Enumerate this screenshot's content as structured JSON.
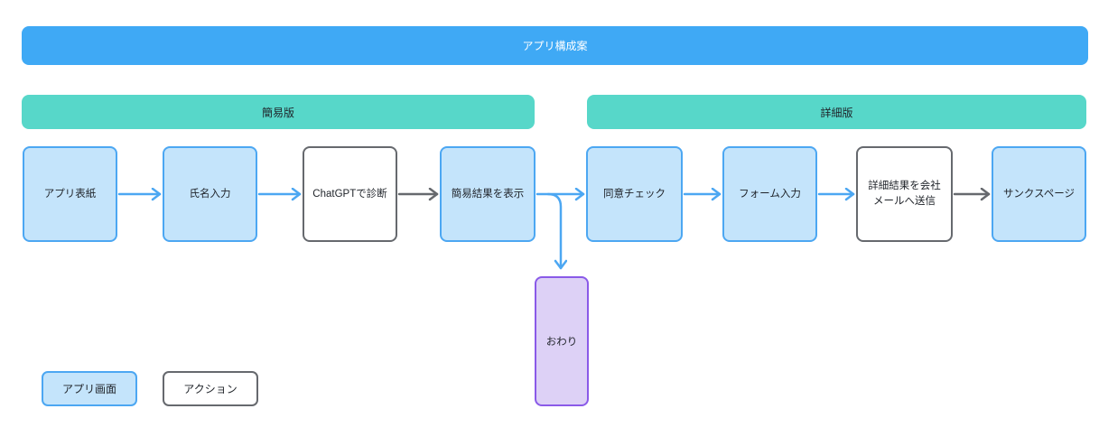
{
  "title_banner": {
    "label": "アプリ構成案"
  },
  "sections": [
    {
      "id": "simple",
      "label": "簡易版"
    },
    {
      "id": "detailed",
      "label": "詳細版"
    }
  ],
  "flow_nodes": [
    {
      "label": "アプリ表紙",
      "type": "screen",
      "section": "簡易版"
    },
    {
      "label": "氏名入力",
      "type": "screen",
      "section": "簡易版"
    },
    {
      "label": "ChatGPTで診断",
      "type": "action",
      "section": "簡易版"
    },
    {
      "label": "簡易結果を表示",
      "type": "screen",
      "section": "簡易版"
    },
    {
      "label": "同意チェック",
      "type": "screen",
      "section": "詳細版"
    },
    {
      "label": "フォーム入力",
      "type": "screen",
      "section": "詳細版"
    },
    {
      "label": "詳細結果を会社メールへ送信",
      "type": "action",
      "section": "詳細版"
    },
    {
      "label": "サンクスページ",
      "type": "screen",
      "section": "詳細版"
    }
  ],
  "end_node": {
    "label": "おわり",
    "type": "end"
  },
  "legend": [
    {
      "label": "アプリ画面",
      "type": "screen"
    },
    {
      "label": "アクション",
      "type": "action"
    }
  ],
  "colors": {
    "banner_blue": "#3FA9F5",
    "section_teal": "#57D7C9",
    "screen_fill": "#C4E4FB",
    "screen_border": "#4CA7F2",
    "action_fill": "#FFFFFF",
    "action_border": "#66696E",
    "end_fill": "#DDD1F6",
    "end_border": "#8A5AE8",
    "arrow_blue": "#4CA7F2",
    "arrow_gray": "#66696E",
    "text_dark": "#1F2329"
  }
}
